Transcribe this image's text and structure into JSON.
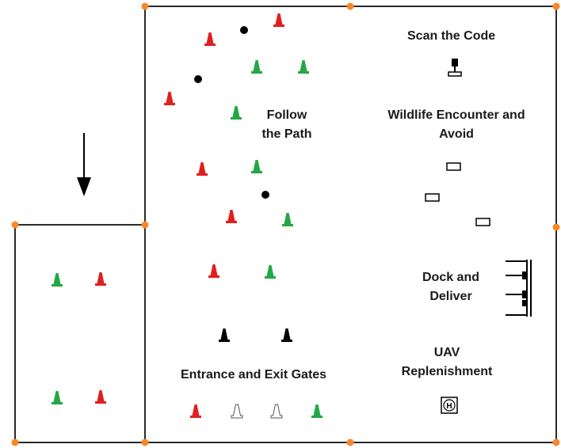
{
  "labels": {
    "scan_the_code": "Scan the Code",
    "wildlife_line1": "Wildlife Encounter and",
    "wildlife_line2": "Avoid",
    "follow_line1": "Follow",
    "follow_line2": "the Path",
    "dock_line1": "Dock and",
    "dock_line2": "Deliver",
    "uav_line1": "UAV",
    "uav_line2": "Replenishment",
    "gates": "Entrance and Exit Gates",
    "helipad_letter": "H"
  },
  "colors": {
    "red_buoy": "#e02020",
    "green_buoy": "#22a844",
    "black_buoy": "#000000",
    "white_buoy": "#ffffff",
    "corner_marker": "#f5892a",
    "outline": "#2a2a2a"
  },
  "icons": {
    "entry_arrow": "down-arrow-icon",
    "buoy": "cone-buoy-icon",
    "ball": "round-ball-icon",
    "scan_tower": "scan-tower-icon",
    "wildlife_obstacle": "rectangle-obstacle-icon",
    "dock": "dock-icon",
    "helipad": "helipad-icon"
  },
  "elements": {
    "buoys": [
      {
        "color": "red"
      },
      {
        "color": "red"
      },
      {
        "color": "red"
      },
      {
        "color": "red"
      },
      {
        "color": "red"
      },
      {
        "color": "red"
      },
      {
        "color": "red"
      },
      {
        "color": "red"
      },
      {
        "color": "red"
      },
      {
        "color": "green"
      },
      {
        "color": "green"
      },
      {
        "color": "green"
      },
      {
        "color": "green"
      },
      {
        "color": "green"
      },
      {
        "color": "green"
      },
      {
        "color": "green"
      },
      {
        "color": "green"
      },
      {
        "color": "green"
      },
      {
        "color": "black"
      },
      {
        "color": "black"
      },
      {
        "color": "white"
      },
      {
        "color": "white"
      }
    ],
    "balls": 3,
    "wildlife_obstacles": 3
  }
}
